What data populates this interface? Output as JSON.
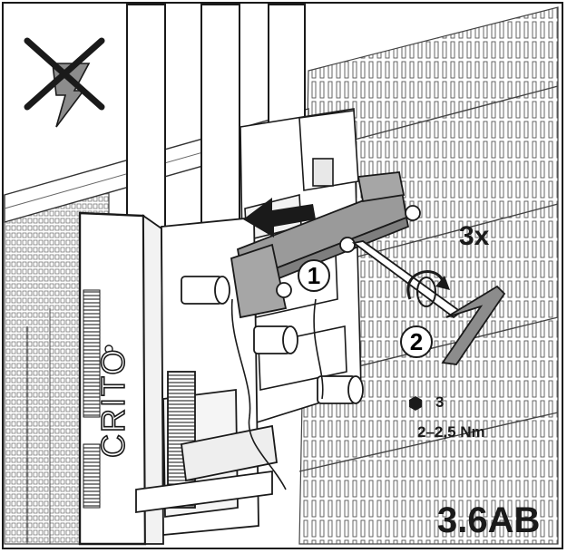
{
  "step_labels": {
    "step1": "1",
    "step2": "2"
  },
  "rotation_label": "3x",
  "tool": {
    "hex_size": "3",
    "torque": "2–2,5 Nm"
  },
  "brand_text": "CRITO",
  "figure_number": "3.6AB",
  "icons": {
    "warning": "no-voltage-icon",
    "hex": "hex-key-icon",
    "arrow": "push-direction-arrow",
    "rotation": "rotation-arrow-icon"
  },
  "colors": {
    "ink": "#1a1a1a",
    "tool_grey": "#8c8c8c",
    "bracket_grey": "#9a9a9a",
    "paper": "#ffffff"
  }
}
